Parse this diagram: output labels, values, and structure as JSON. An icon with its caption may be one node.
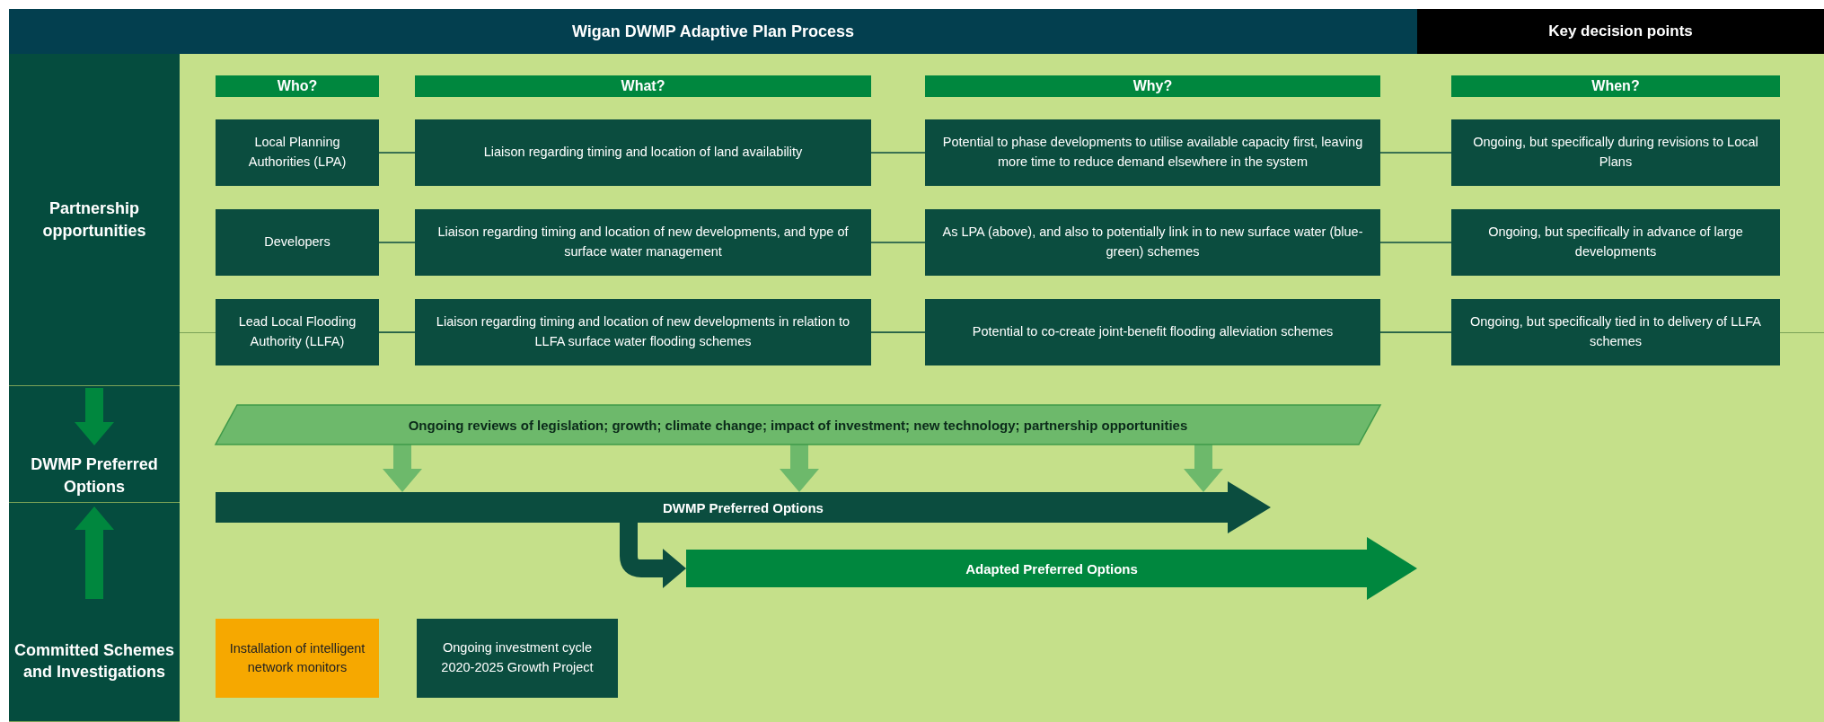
{
  "diagram": {
    "title": "Wigan DWMP Adaptive Plan Process",
    "nodes": [
      {
        "text": [
          "Partnership opportunities"
        ]
      },
      {
        "text": [
          "Who?"
        ]
      },
      {
        "text": [
          "What?"
        ]
      },
      {
        "text": [
          "Why?"
        ]
      },
      {
        "text": [
          "When?"
        ]
      },
      {
        "text": [
          "Local Planning Authorities (LPA)"
        ]
      },
      {
        "text": [
          "Liaison regarding timing and location of land availability"
        ]
      },
      {
        "text": [
          "Potential to phase developments to utilise available capacity first, leaving more time to reduce demand elsewhere in the system"
        ]
      },
      {
        "text": [
          "Ongoing, but specifically during revisions to Local Plans"
        ]
      },
      {
        "text": [
          "Developers"
        ]
      },
      {
        "text": [
          "Liaison regarding timing and location of new developments, and type of surface water management"
        ]
      },
      {
        "text": [
          "As LPA (above), and also to potentially link in to new surface water (blue-green) schemes"
        ]
      },
      {
        "text": [
          "Ongoing, but specifically in advance of large developments"
        ]
      },
      {
        "text": [
          "Lead Local Flooding Authority (LLFA)"
        ]
      },
      {
        "text": [
          "Liaison regarding timing and location of new developments in relation to LLFA surface water flooding schemes"
        ]
      },
      {
        "text": [
          "Potential to co-create joint-benefit flooding alleviation schemes"
        ]
      },
      {
        "text": [
          "Ongoing, but specifically tied in to delivery of LLFA schemes"
        ]
      },
      {
        "text": [
          "DWMP Preferred Options"
        ]
      },
      {
        "text": [
          "Ongoing reviews of legislation; growth; climate change; impact of investment; new technology; partnership opportunities"
        ]
      },
      {
        "text": [
          "DWMP Preferred Options"
        ]
      },
      {
        "text": [
          "Adapted Preferred Options"
        ]
      },
      {
        "text": [
          "Committed Schemes and Investigations"
        ]
      },
      {
        "text": [
          "Installation of intelligent network monitors"
        ]
      },
      {
        "text": [
          "Ongoing investment cycle 2020-2025 Growth Project"
        ]
      }
    ],
    "edges": [
      {
        "from": 5,
        "to": 6,
        "arrow": "none"
      },
      {
        "from": 6,
        "to": 7,
        "arrow": "none"
      },
      {
        "from": 7,
        "to": 8,
        "arrow": "none"
      },
      {
        "from": 9,
        "to": 10,
        "arrow": "none"
      },
      {
        "from": 10,
        "to": 11,
        "arrow": "none"
      },
      {
        "from": 11,
        "to": 12,
        "arrow": "none"
      },
      {
        "from": 13,
        "to": 14,
        "arrow": "none"
      },
      {
        "from": 14,
        "to": 15,
        "arrow": "none"
      },
      {
        "from": 15,
        "to": 16,
        "arrow": "none"
      },
      {
        "from": 18,
        "to": 19,
        "arrow": "to",
        "style": "thick",
        "color": "#6db96b"
      },
      {
        "from": 18,
        "to": 19,
        "arrow": "to",
        "style": "thick",
        "color": "#6db96b"
      },
      {
        "from": 18,
        "to": 19,
        "arrow": "to",
        "style": "thick",
        "color": "#6db96b"
      },
      {
        "from": 19,
        "to": 20,
        "arrow": "to",
        "style": "thick"
      },
      {
        "from": 0,
        "to": 17,
        "arrow": "to",
        "style": "thick",
        "color": "#00873e"
      },
      {
        "from": 21,
        "to": 17,
        "arrow": "to",
        "style": "thick",
        "color": "#00873e"
      }
    ],
    "labels": [
      "Key decision points"
    ]
  }
}
